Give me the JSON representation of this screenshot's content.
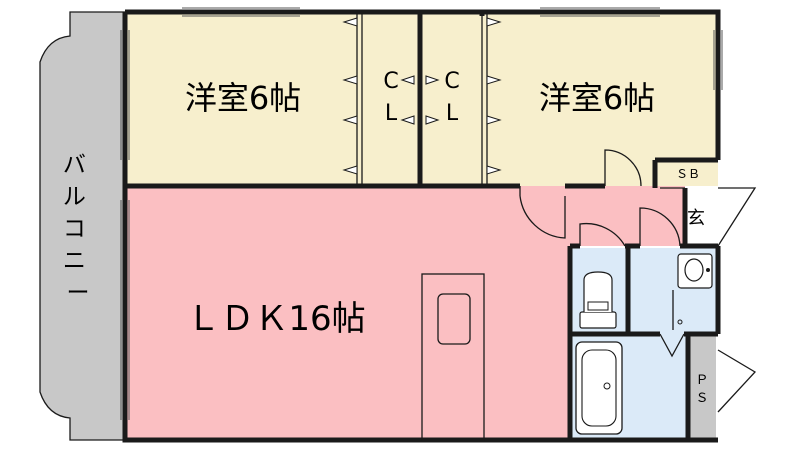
{
  "rooms": {
    "western_room_left": {
      "label": "洋室6帖",
      "color": "#f7efcd"
    },
    "western_room_right": {
      "label": "洋室6帖",
      "color": "#f7efcd"
    },
    "closet_left": {
      "label_top": "C",
      "label_bottom": "L",
      "color": "#f7efcd"
    },
    "closet_right": {
      "label_top": "C",
      "label_bottom": "L",
      "color": "#f7efcd"
    },
    "ldk": {
      "label": "ＬＤＫ16帖",
      "color": "#fbbfc2"
    },
    "balcony": {
      "label": "バルコニー",
      "color": "#c8c8c8"
    },
    "shoe_box": {
      "label": "ＳＢ"
    },
    "entrance": {
      "label": "玄"
    },
    "pipe_space": {
      "label_top": "Ｐ",
      "label_bottom": "Ｓ",
      "color": "#c8c8c8"
    },
    "wet_area": {
      "color": "#dbeaf8"
    }
  }
}
